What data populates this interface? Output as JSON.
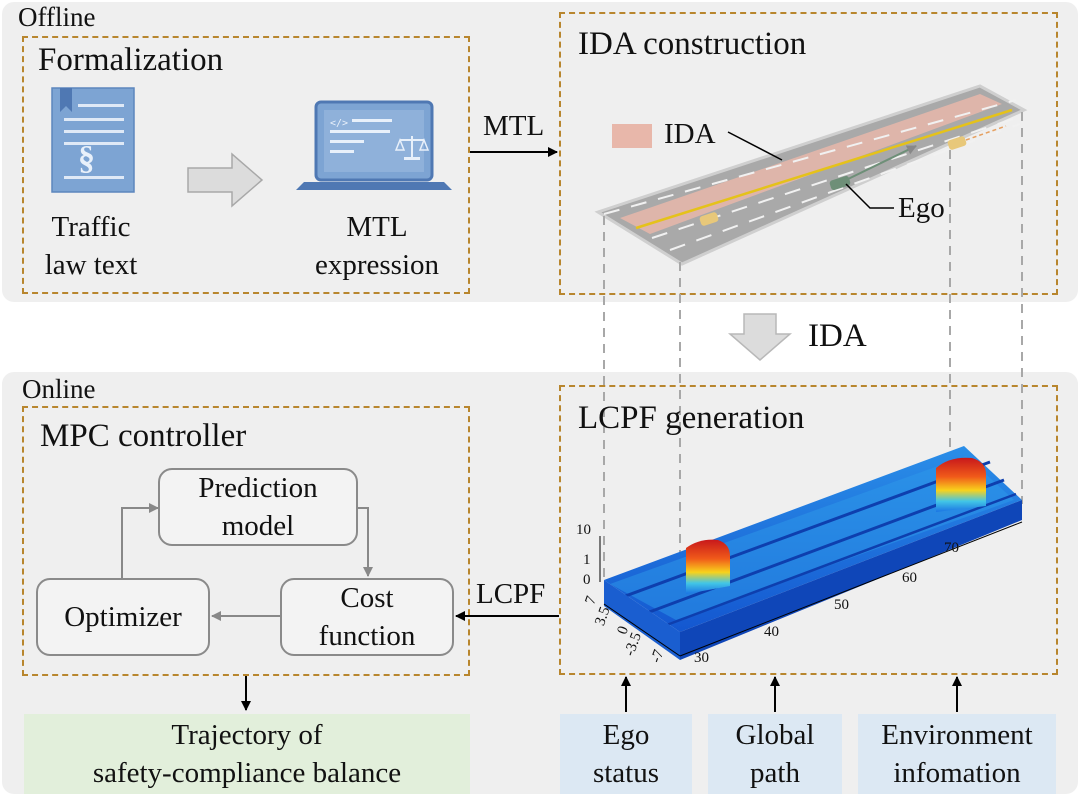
{
  "offline": {
    "label": "Offline",
    "formalization": {
      "title": "Formalization",
      "input_line1": "Traffic",
      "input_line2": "law text",
      "output_line1": "MTL",
      "output_line2": "expression",
      "section_glyph": "§"
    },
    "arrow_label": "MTL",
    "ida_construction": {
      "title": "IDA construction",
      "legend_label": "IDA",
      "ego_label": "Ego"
    }
  },
  "middle_arrow_label": "IDA",
  "online": {
    "label": "Online",
    "mpc": {
      "title": "MPC controller",
      "prediction_line1": "Prediction",
      "prediction_line2": "model",
      "cost_line1": "Cost",
      "cost_line2": "function",
      "optimizer": "Optimizer"
    },
    "arrow_label": "LCPF",
    "lcpf": {
      "title": "LCPF generation",
      "z_ticks": [
        "10",
        "1",
        "0"
      ],
      "y_ticks": [
        "7",
        "3.5",
        "0",
        "-3.5",
        "-7"
      ],
      "x_ticks": [
        "70",
        "60",
        "50",
        "40",
        "30"
      ]
    }
  },
  "outputs": {
    "trajectory_line1": "Trajectory of",
    "trajectory_line2": "safety-compliance balance",
    "ego_line1": "Ego",
    "ego_line2": "status",
    "path_line1": "Global",
    "path_line2": "path",
    "env_line1": "Environment",
    "env_line2": "infomation"
  },
  "colors": {
    "panel": "#efefef",
    "dashed_border": "#b8862e",
    "ida_region": "#e8b7aa",
    "trajectory_bg": "#e2efdb",
    "input_bg": "#dce8f3"
  }
}
